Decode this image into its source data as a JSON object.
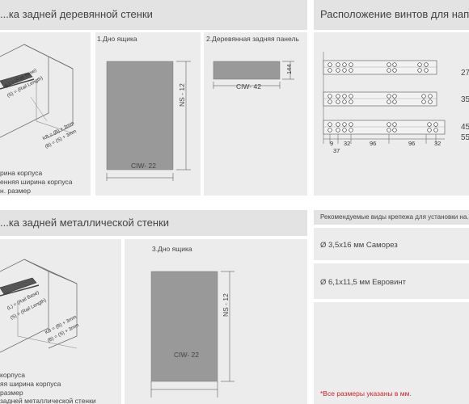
{
  "wood_section": {
    "title": "...ка задней деревянной стенки",
    "iso_labels": [
      "(L) = (Rail Base)",
      "(S) = (Rail Length)",
      "KB = (B) + 3mm",
      "(B) = (S) + 3mm"
    ],
    "legend": [
      "рина корпуса",
      "енняя ширина корпуса",
      "н. размер"
    ],
    "item1_caption": "1.Дно ящика",
    "item1_width_label": "CIW- 22",
    "item1_height_label": "NS - 12",
    "item2_caption": "2.Деревянная задняя панель",
    "item2_width_label": "CIW- 42",
    "item2_height_label": "144"
  },
  "screws_section": {
    "title": "Расположение винтов для направ...",
    "row_labels": [
      "27",
      "35",
      "45",
      "55"
    ],
    "dimension_labels": [
      "9",
      "37",
      "32",
      "96",
      "96",
      "32"
    ]
  },
  "metal_section": {
    "title": "...ка задней металлической стенки",
    "iso_labels": [
      "(L) = (Rail Base)",
      "(S) = (Rail Length)",
      "KB = (B) + 3mm",
      "(B) = (S) + 3mm"
    ],
    "legend": [
      "корпуса",
      "яя ширина корпуса",
      "размер",
      "задней металлической стенки"
    ],
    "item3_caption": "3.Дно ящика",
    "item3_width_label": "CIW- 22",
    "item3_height_label": "NS - 12"
  },
  "fasteners": {
    "title": "Рекомендуемые виды крепежа для установки на...",
    "items": [
      "Ø 3,5x16 мм Саморез",
      "Ø 6,1x11,5 мм Евровинт"
    ],
    "note": "*Все размеры указаны в мм."
  },
  "colors": {
    "panel": "#ececec",
    "header": "#e3e3e3",
    "accent_red": "#d4222a",
    "board": "#999999"
  }
}
